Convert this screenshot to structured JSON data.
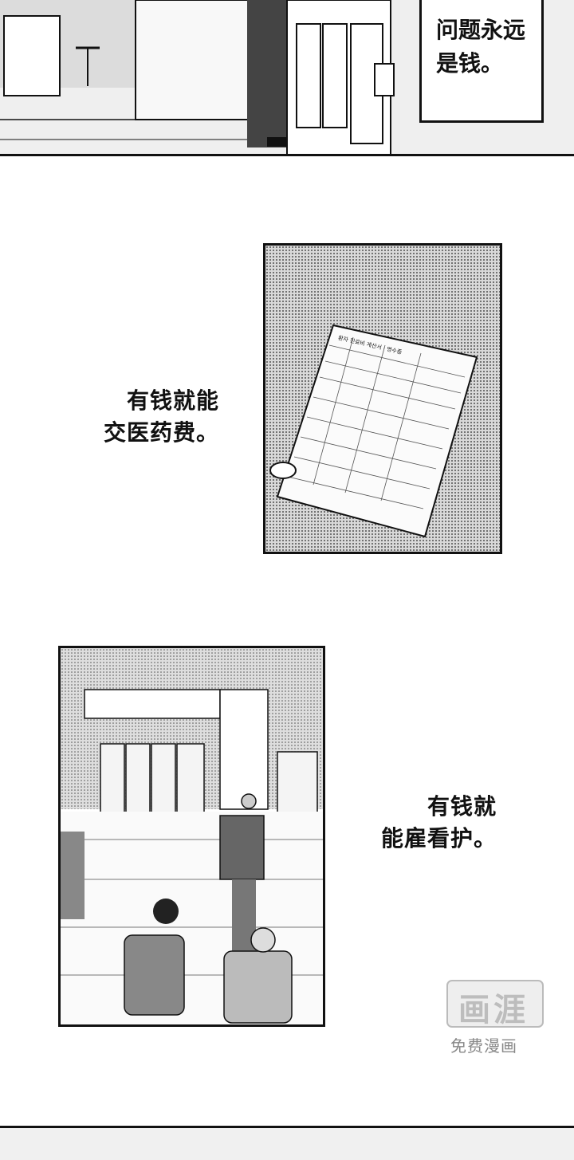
{
  "panel1": {
    "caption": "问题永远\n是钱。"
  },
  "panel2": {
    "caption": "有钱就能\n交医药费。",
    "document_title": "환자 진료비 계산서 · 영수증"
  },
  "panel3": {
    "caption": "有钱就\n能雇看护。"
  },
  "watermark": {
    "logo_label": "画涯",
    "subtitle": "免费漫画"
  }
}
